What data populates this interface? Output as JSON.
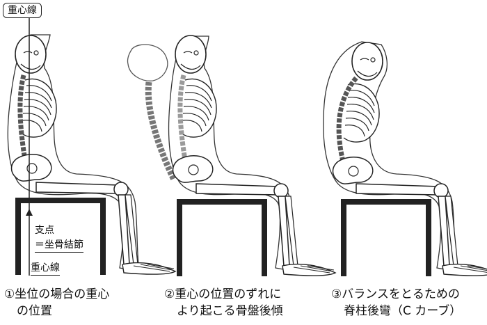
{
  "top_label": "重心線",
  "fulcrum": {
    "line1": "支点",
    "line2": "＝坐骨結節"
  },
  "gravity_line_label": "重心線",
  "captions": [
    {
      "line1": "①坐位の場合の重心",
      "line2": "の位置"
    },
    {
      "line1": "②重心の位置のずれに",
      "line2": "より起こる骨盤後傾"
    },
    {
      "line1": "③バランスをとるための",
      "line2": "脊柱後彎（C カーブ）"
    }
  ],
  "colors": {
    "bone_fill": "#ffffff",
    "bone_stroke": "#222222",
    "spine_dark": "#555555",
    "spine_light": "#9a9a9a",
    "body_outline": "#333333",
    "stool": "#222222"
  }
}
